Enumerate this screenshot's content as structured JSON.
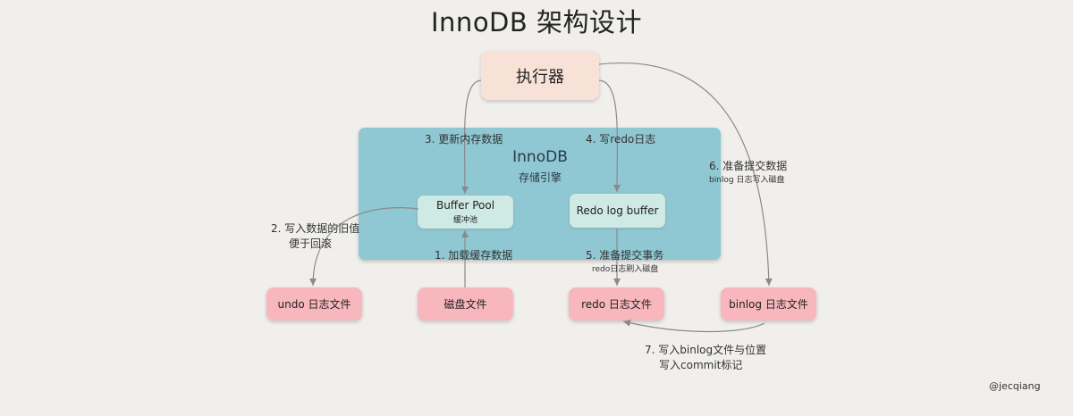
{
  "title": "InnoDB 架构设计",
  "executor": "执行器",
  "innodb": {
    "title": "InnoDB",
    "subtitle": "存储引擎",
    "buffer_pool": {
      "label": "Buffer Pool",
      "sublabel": "缓冲池"
    },
    "redo_log_buffer": {
      "label": "Redo log buffer"
    }
  },
  "files": {
    "undo": "undo 日志文件",
    "disk": "磁盘文件",
    "redo": "redo 日志文件",
    "binlog": "binlog 日志文件"
  },
  "steps": {
    "step1": "1. 加载缓存数据",
    "step2_line1": "2. 写入数据的旧值",
    "step2_line2": "便于回滚",
    "step3": "3. 更新内存数据",
    "step4": "4. 写redo日志",
    "step5_line1": "5. 准备提交事务",
    "step5_line2": "redo日志刷入磁盘",
    "step6_line1": "6. 准备提交数据",
    "step6_line2": "binlog 日志写入磁盘",
    "step7_line1": "7. 写入binlog文件与位置",
    "step7_line2": "写入commit标记"
  },
  "credit": "@jecqiang"
}
